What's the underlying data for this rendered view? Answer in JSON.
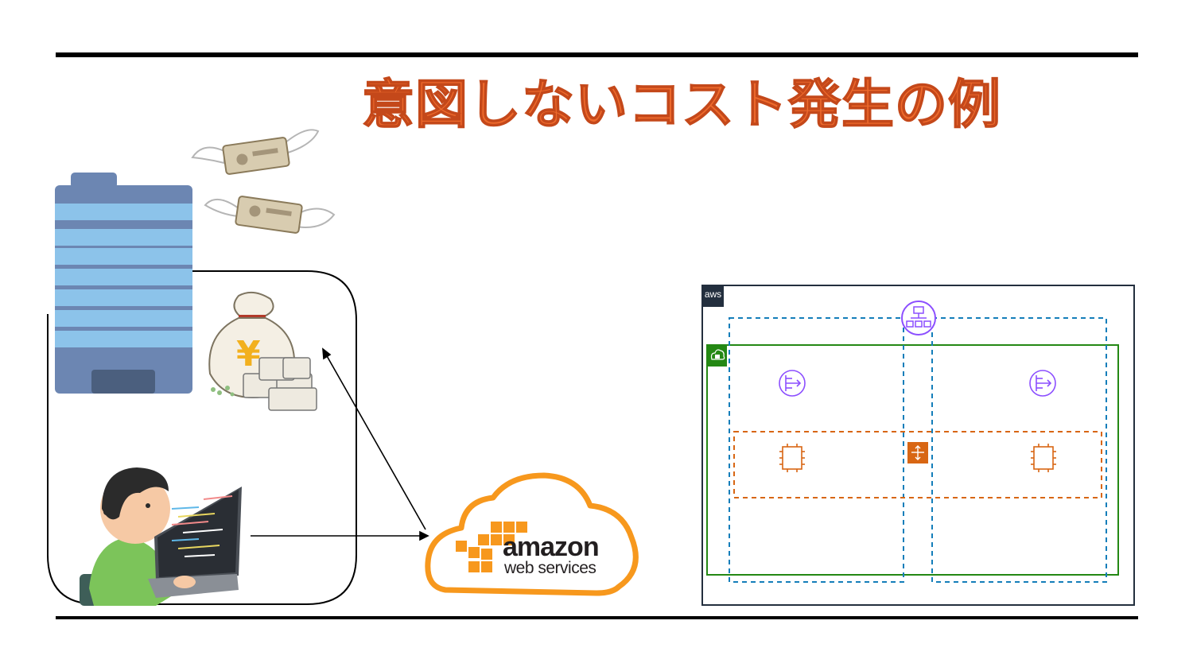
{
  "slide": {
    "title": "意図しないコスト発生の例"
  },
  "aws_logo": {
    "brand": "amazon",
    "tagline": "web services",
    "accent_color": "#f7981d"
  },
  "architecture": {
    "badge": "aws",
    "icons": [
      "load-balancer-icon",
      "nat-gateway-icon",
      "ec2-instance-icon",
      "autoscaling-icon",
      "vpc-lock-icon"
    ],
    "colors": {
      "cloud_border": "#232f3e",
      "vpc_border": "#248814",
      "az_border": "#147eba",
      "autoscaling_border": "#d86613",
      "network_icon": "#8c4fff"
    }
  },
  "illustration": {
    "icons": [
      "office-building-icon",
      "flying-money-icon",
      "money-bag-icon",
      "engineer-laptop-icon"
    ],
    "colors": {
      "building_dark": "#6c86b2",
      "building_light": "#8cc3ea",
      "money": "#d8ccb0",
      "bag": "#f4efe4",
      "yen": "#f2b01e",
      "shirt": "#7cc45a"
    }
  }
}
